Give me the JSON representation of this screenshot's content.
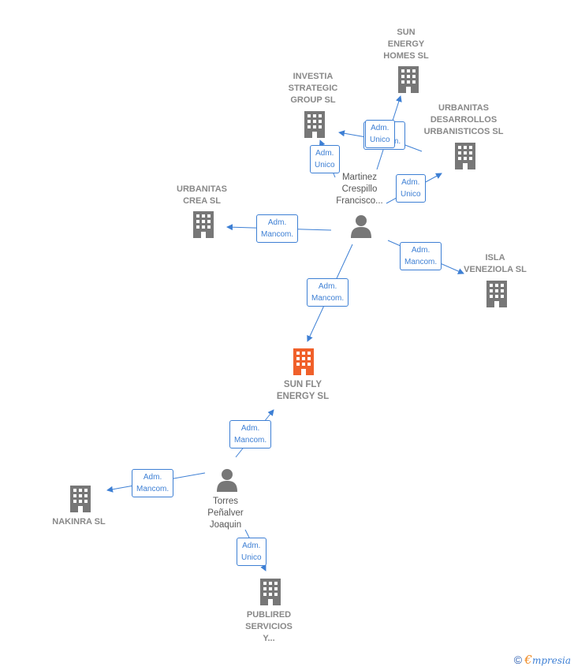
{
  "colors": {
    "edge": "#3d7fd4",
    "building": "#777777",
    "focus_building": "#f0602a",
    "person": "#777777"
  },
  "nodes": {
    "sun_energy_homes": {
      "lines": [
        "SUN",
        "ENERGY",
        "HOMES  SL"
      ]
    },
    "investia": {
      "lines": [
        "INVESTIA",
        "STRATEGIC",
        "GROUP  SL"
      ]
    },
    "urbanitas_desarrollos": {
      "lines": [
        "URBANITAS",
        "DESARROLLOS",
        "URBANISTICOS SL"
      ]
    },
    "urbanitas_crea": {
      "lines": [
        "URBANITAS",
        "CREA  SL"
      ]
    },
    "isla_veneziola": {
      "lines": [
        "ISLA",
        "VENEZIOLA  SL"
      ]
    },
    "sun_fly_energy": {
      "lines": [
        "SUN FLY",
        "ENERGY  SL"
      ]
    },
    "nakinra": {
      "lines": [
        "NAKINRA  SL"
      ]
    },
    "publired": {
      "lines": [
        "PUBLIRED",
        "SERVICIOS",
        "Y..."
      ]
    },
    "martinez": {
      "lines": [
        "Martinez",
        "Crespillo",
        "Francisco..."
      ]
    },
    "torres": {
      "lines": [
        "Torres",
        "Peñalver",
        "Joaquin"
      ]
    }
  },
  "edges": {
    "e1": {
      "lines": [
        "Adm.",
        "Mancom."
      ]
    },
    "e2": {
      "lines": [
        "Adm.",
        "Unico"
      ]
    },
    "e3": {
      "lines": [
        "Adm.",
        "Unico"
      ]
    },
    "e4": {
      "lines": [
        "Adm.",
        "Unico"
      ]
    },
    "e5": {
      "lines": [
        "Adm.",
        "Mancom."
      ]
    },
    "e6": {
      "lines": [
        "Adm.",
        "Mancom."
      ]
    },
    "e7": {
      "lines": [
        "Adm.",
        "Mancom."
      ]
    },
    "e8": {
      "lines": [
        "Adm.",
        "Mancom."
      ]
    },
    "e9": {
      "lines": [
        "Adm.",
        "Mancom."
      ]
    },
    "e10": {
      "lines": [
        "Adm.",
        "Unico"
      ]
    }
  },
  "brand": {
    "copyright": "©",
    "e": "€",
    "rest": "mpresia"
  }
}
